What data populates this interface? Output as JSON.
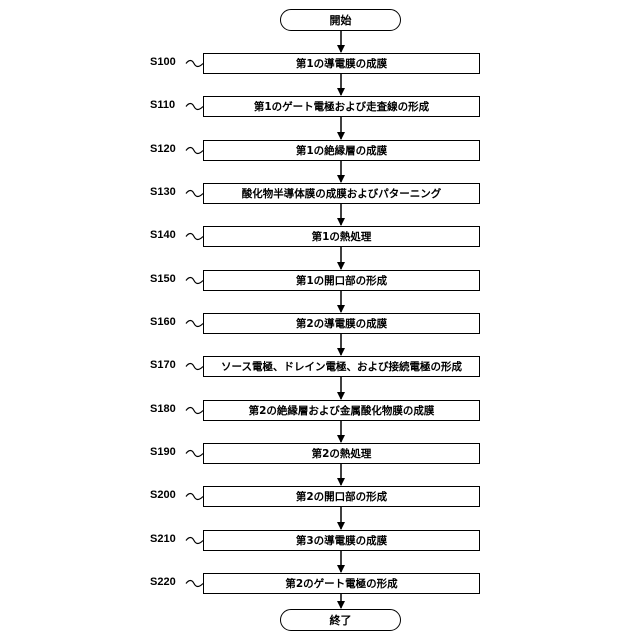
{
  "flowchart": {
    "start_label": "開始",
    "end_label": "終了",
    "steps": [
      {
        "id": "S100",
        "text": "第1の導電膜の成膜"
      },
      {
        "id": "S110",
        "text": "第1のゲート電極および走査線の形成"
      },
      {
        "id": "S120",
        "text": "第1の絶縁層の成膜"
      },
      {
        "id": "S130",
        "text": "酸化物半導体膜の成膜およびパターニング"
      },
      {
        "id": "S140",
        "text": "第1の熱処理"
      },
      {
        "id": "S150",
        "text": "第1の開口部の形成"
      },
      {
        "id": "S160",
        "text": "第2の導電膜の成膜"
      },
      {
        "id": "S170",
        "text": "ソース電極、ドレイン電極、および接続電極の形成"
      },
      {
        "id": "S180",
        "text": "第2の絶縁層および金属酸化物膜の成膜"
      },
      {
        "id": "S190",
        "text": "第2の熱処理"
      },
      {
        "id": "S200",
        "text": "第2の開口部の形成"
      },
      {
        "id": "S210",
        "text": "第3の導電膜の成膜"
      },
      {
        "id": "S220",
        "text": "第2のゲート電極の形成"
      }
    ]
  }
}
